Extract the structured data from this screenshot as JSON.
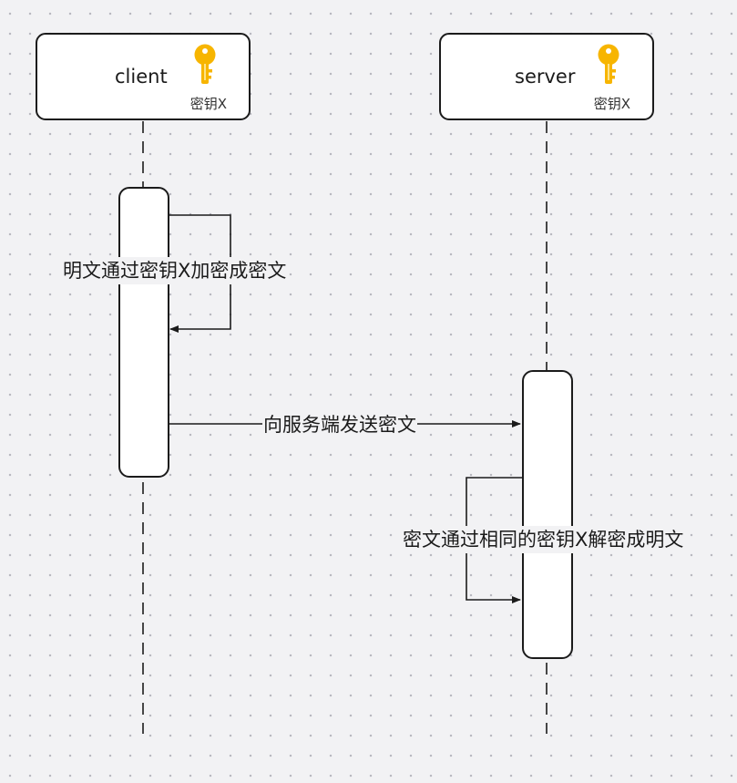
{
  "participants": {
    "client": {
      "name": "client",
      "key_label": "密钥X"
    },
    "server": {
      "name": "server",
      "key_label": "密钥X"
    }
  },
  "messages": {
    "client_encrypt": "明文通过密钥X加密成密文",
    "send": "向服务端发送密文",
    "server_decrypt": "密文通过相同的密钥X解密成明文"
  },
  "colors": {
    "background": "#f2f2f4",
    "line": "#1b1b1b",
    "key": "#f7b500"
  }
}
